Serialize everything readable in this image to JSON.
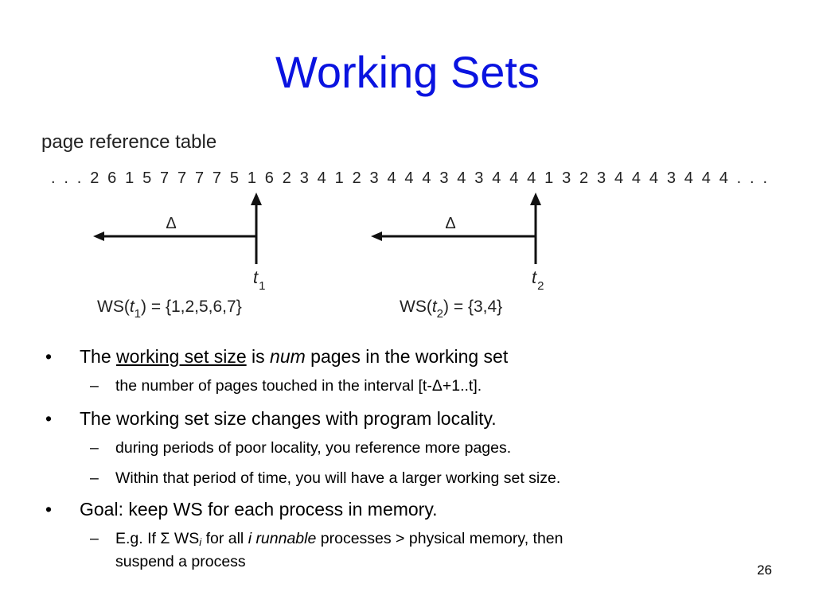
{
  "slide": {
    "title": "Working Sets",
    "page_number": "26"
  },
  "figure": {
    "caption": "page reference table",
    "sequence": ". . . 2 6 1 5 7 7 7 7 5 1 6 2 3 4 1 2 3 4 4 4 3 4 3 4 4 4 1 3 2 3 4 4 4 3 4 4 4 . . .",
    "delta_symbol": "Δ",
    "t_letter": "t",
    "t1_sub": "1",
    "t2_sub": "2",
    "ws1_prefix": "WS(",
    "ws1_suffix": ") = {1,2,5,6,7}",
    "ws2_prefix": "WS(",
    "ws2_suffix": ") = {3,4}"
  },
  "bullets": {
    "b1": {
      "mark": "•",
      "pre": "The ",
      "underlined": "working set size",
      "mid": " is ",
      "italic": "num",
      "post": " pages in the working set"
    },
    "b1_1": {
      "mark": "–",
      "text": "the number of pages touched in the interval [t-Δ+1..t]."
    },
    "b2": {
      "mark": "•",
      "text": "The working set size changes with program locality."
    },
    "b2_1": {
      "mark": "–",
      "text": "during periods of poor locality, you reference more pages."
    },
    "b2_2": {
      "mark": "–",
      "text": "Within that period of time, you will have a larger working set size."
    },
    "b3": {
      "mark": "•",
      "text": "Goal: keep WS for each process in memory."
    },
    "b3_1": {
      "mark": "–",
      "pre": "E.g. If ",
      "sigma": "Σ",
      "ws": " WS",
      "ws_sub": "i",
      "mid": " for all ",
      "italic": "i runnable",
      "line1_end": " processes > physical memory, then",
      "line2": "suspend a process"
    }
  }
}
